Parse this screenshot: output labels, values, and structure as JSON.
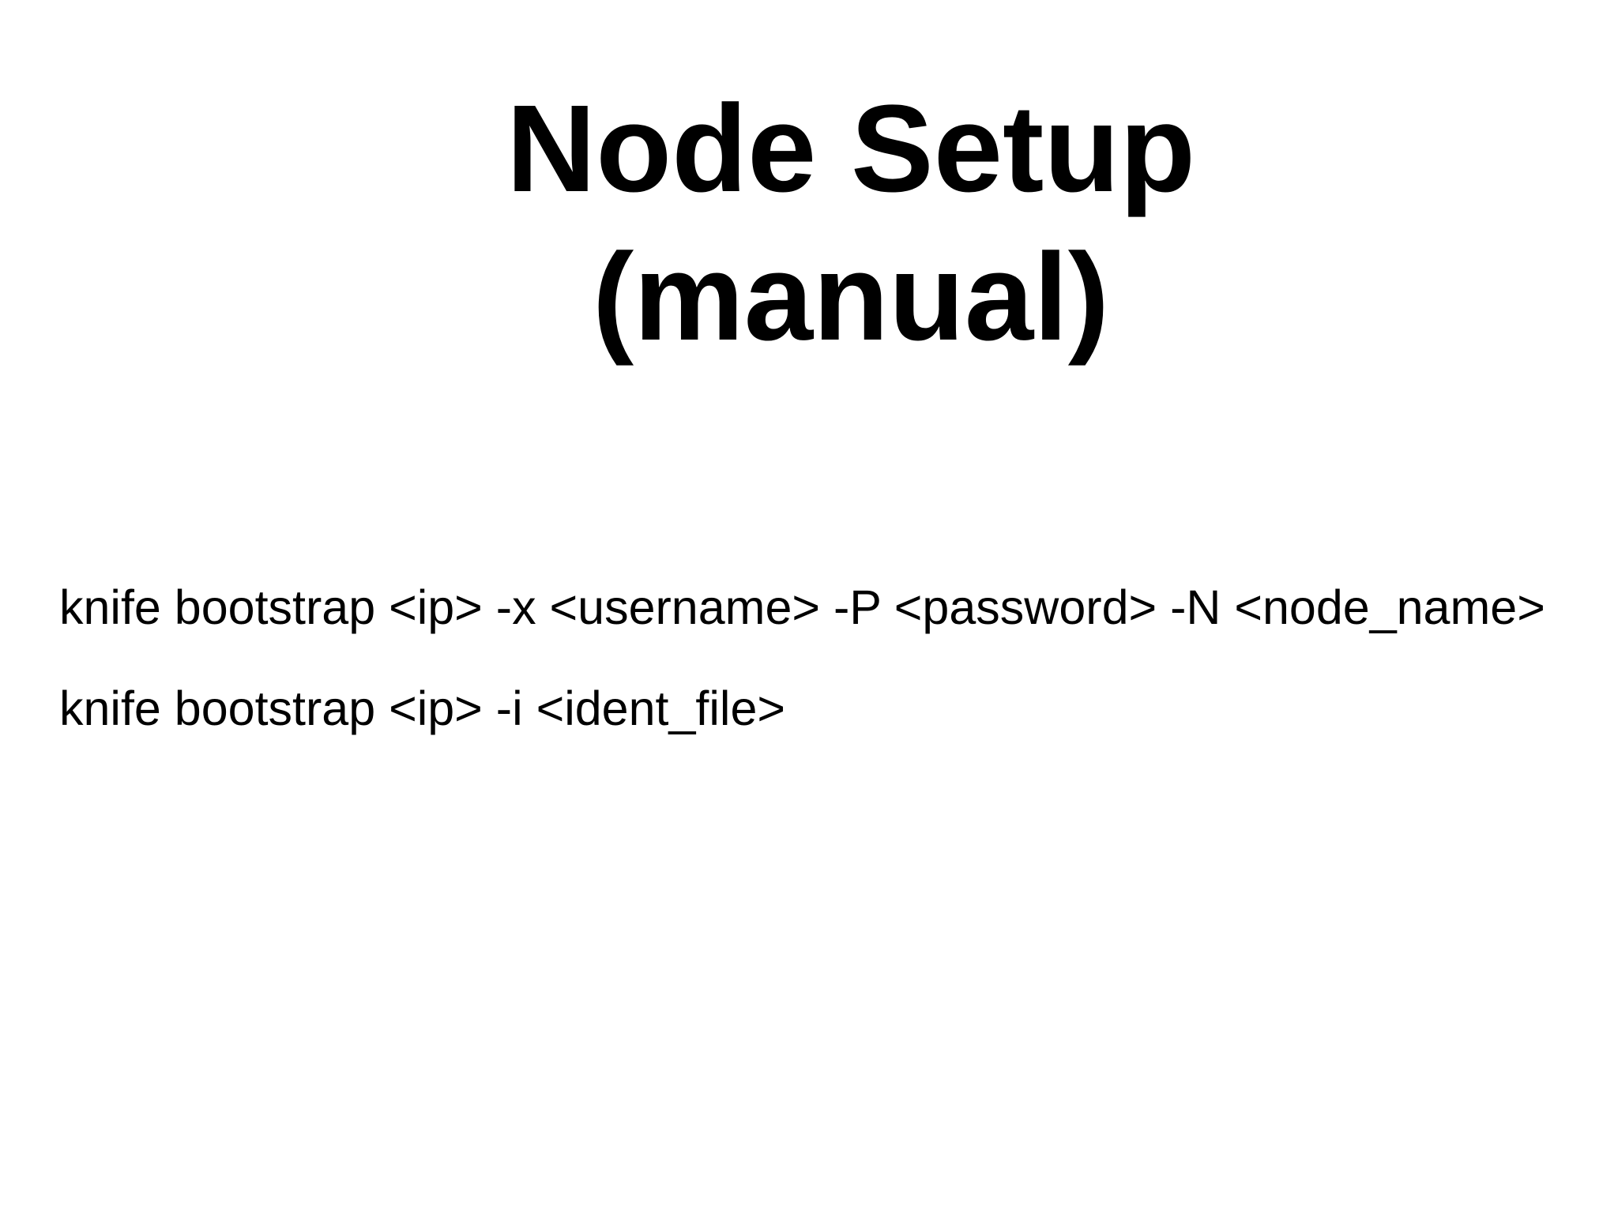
{
  "slide": {
    "colors": {
      "background": "#ffffff",
      "text": "#000000"
    },
    "title": {
      "line1": "Node Setup",
      "line2": "(manual)"
    },
    "commands": {
      "line1": "knife bootstrap <ip> -x <username> -P <password> -N <node_name>",
      "line2": "knife bootstrap <ip> -i <ident_file>"
    }
  }
}
